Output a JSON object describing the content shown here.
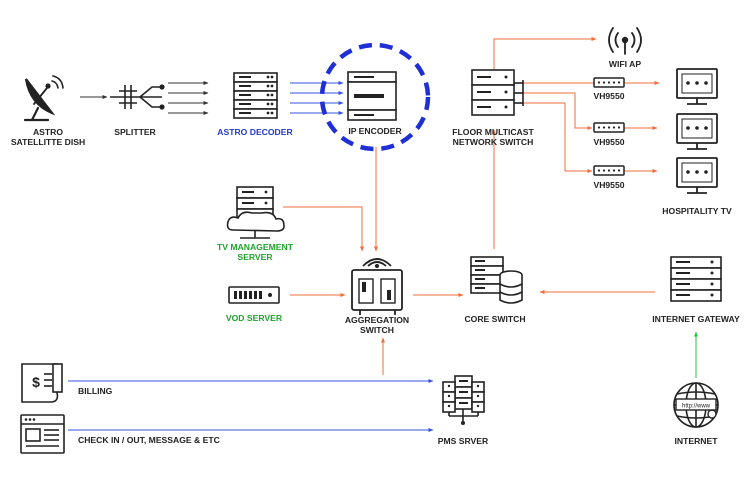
{
  "nodes": {
    "astro_dish": {
      "label_line1": "ASTRO",
      "label_line2": "SATELLITTE DISH"
    },
    "splitter": {
      "label": "SPLITTER"
    },
    "astro_decoder": {
      "label": "ASTRO DECODER"
    },
    "ip_encoder": {
      "label": "IP ENCODER"
    },
    "floor_switch": {
      "label_line1": "FLOOR MULTICAST",
      "label_line2": "NETWORK SWITCH"
    },
    "wifi_ap": {
      "label": "WIFI AP"
    },
    "vh9550_1": {
      "label": "VH9550"
    },
    "vh9550_2": {
      "label": "VH9550"
    },
    "vh9550_3": {
      "label": "VH9550"
    },
    "hospitality_tv": {
      "label": "HOSPITALITY TV"
    },
    "tv_mgmt": {
      "label_line1": "TV MANAGEMENT",
      "label_line2": "SERVER"
    },
    "vod_server": {
      "label": "VOD SERVER"
    },
    "aggregation_switch": {
      "label_line1": "AGGREGATION",
      "label_line2": "SWITCH"
    },
    "core_switch": {
      "label": "CORE SWITCH"
    },
    "internet_gateway": {
      "label": "INTERNET GATEWAY"
    },
    "internet": {
      "label": "INTERNET",
      "globe_text": "http://www"
    },
    "billing": {
      "label": "BILLING"
    },
    "checkin": {
      "label": "CHECK IN / OUT, MESSAGE & ETC"
    },
    "pms_server": {
      "label": "PMS SRVER"
    }
  },
  "colors": {
    "orange": "#f26c3a",
    "blue": "#3553e0",
    "green": "#2fbf45",
    "dark": "#333333",
    "highlight_blue": "#1f2fd6"
  }
}
